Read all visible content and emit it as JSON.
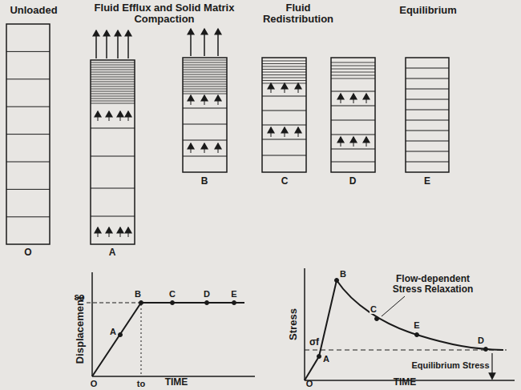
{
  "diagram": {
    "labels": [
      "Unloaded",
      "Fluid Efflux and Solid Matrix Compaction",
      "Fluid Redistribution",
      "Equilibrium",
      "A",
      "B",
      "C",
      "D",
      "E",
      "O",
      "Displacement",
      "εo",
      "A",
      "B",
      "C",
      "D",
      "E",
      "O",
      "to",
      "TIME",
      "Stress",
      "B",
      "C",
      "E",
      "D",
      "A",
      "O",
      "σf",
      "Flow-dependent Stress Relaxation",
      "Equilibrium Stress",
      "TIME"
    ]
  }
}
